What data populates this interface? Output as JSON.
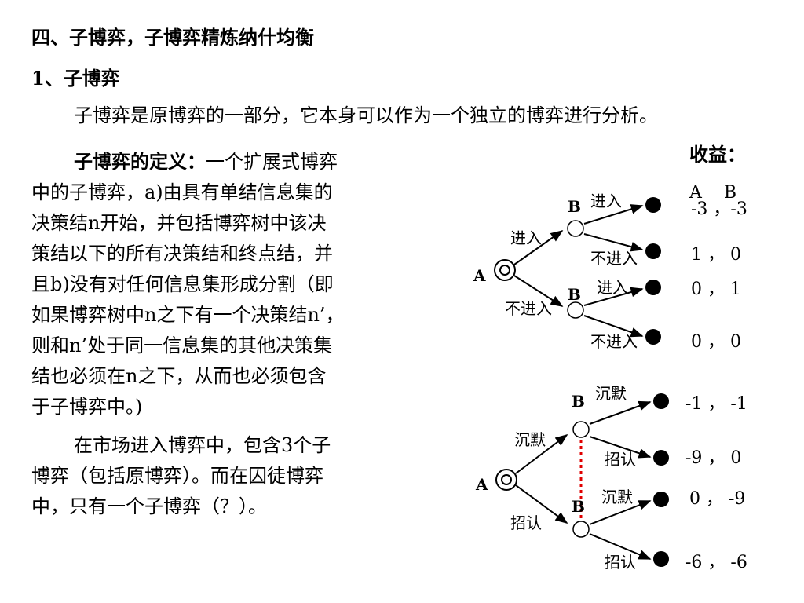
{
  "heading": {
    "section": "四、子博弈，子博弈精炼纳什均衡",
    "sub": "1、子博弈",
    "intro": "子博弈是原博弈的一部分，它本身可以作为一个独立的博弈进行分析。"
  },
  "definition": {
    "term": "子博弈的定义：",
    "lines": [
      "一个扩展式博弈",
      "中的子博弈，a)由具有单结信息集的",
      "决策结n开始，并包括博弈树中该决",
      "策结以下的所有决策结和终点结，并",
      "且b)没有对任何信息集形成分割（即",
      "如果博弈树中n之下有一个决策结n’，",
      "则和n’处于同一信息集的其他决策集",
      "结也必须在n之下，从而也必须包含",
      "于子博弈中。)"
    ]
  },
  "market": {
    "lines": [
      "在市场进入博弈中，包含3个子",
      "博弈（包括原博弈）。而在囚徒博弈",
      "中，只有一个子博弈（？）。"
    ]
  },
  "tree1": {
    "payoff_title": "收益：",
    "payoff_head": "A    B",
    "root_label": "A",
    "upper_label": "B",
    "lower_label": "B",
    "root_up_action": "进入",
    "root_down_action": "不进入",
    "b1_up_action": "进入",
    "b1_down_action": "不进入",
    "b2_up_action": "进入",
    "b2_down_action": "不进入",
    "payoffs": [
      "-3 ，-3",
      "1 ， 0",
      "0 ， 1",
      "0 ， 0"
    ]
  },
  "tree2": {
    "root_label": "A",
    "upper_label": "B",
    "lower_label": "B",
    "root_up_action": "沉默",
    "root_down_action": "招认",
    "b1_up_action": "沉默",
    "b1_down_action": "招认",
    "b2_up_action": "沉默",
    "b2_down_action": "招认",
    "payoffs": [
      "-1 ， -1",
      "-9 ， 0",
      "0 ， -9",
      "-6 ， -6"
    ],
    "info_set_color": "#e00000"
  }
}
